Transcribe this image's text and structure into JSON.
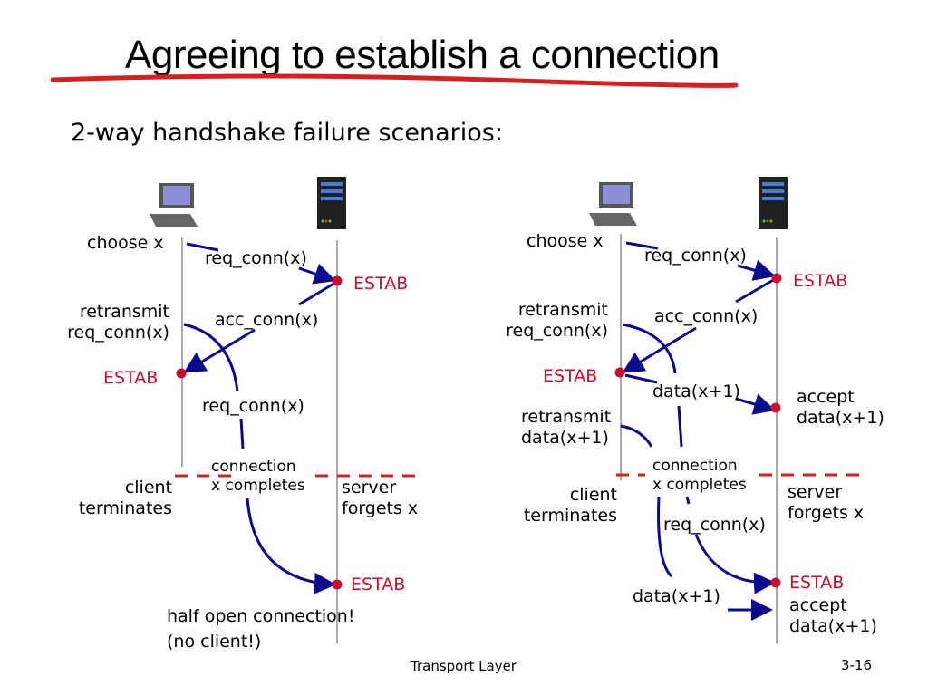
{
  "title": "Agreeing to establish a connection",
  "subtitle": "2-way handshake failure scenarios:",
  "footer": "Transport Layer",
  "page_number": "3-16",
  "colors": {
    "arrow": "#0a0a8c",
    "estab": "#c8102e",
    "dash": "#d62020",
    "timeline": "#aaaaaa"
  },
  "left": {
    "choose": "choose x",
    "req1": "req_conn(x)",
    "estab_server": "ESTAB",
    "retransmit1": "retransmit",
    "retransmit2": "req_conn(x)",
    "acc": "acc_conn(x)",
    "estab_client": "ESTAB",
    "req2": "req_conn(x)",
    "conn1": "connection",
    "conn2": "x completes",
    "client1": "client",
    "client2": "terminates",
    "server1": "server",
    "server2": "forgets x",
    "estab_final": "ESTAB",
    "note1": "half open connection!",
    "note2": "(no client!)"
  },
  "right": {
    "choose": "choose x",
    "req1": "req_conn(x)",
    "estab_server": "ESTAB",
    "retransmit1": "retransmit",
    "retransmit2": "req_conn(x)",
    "acc": "acc_conn(x)",
    "estab_client": "ESTAB",
    "data1": "data(x+1)",
    "accept1": "accept",
    "accept2": "data(x+1)",
    "retx_data1": "retransmit",
    "retx_data2": "data(x+1)",
    "conn1": "connection",
    "conn2": "x completes",
    "client1": "client",
    "client2": "terminates",
    "server1": "server",
    "server2": "forgets x",
    "req2": "req_conn(x)",
    "estab_final": "ESTAB",
    "data2": "data(x+1)",
    "accept3": "accept",
    "accept4": "data(x+1)"
  }
}
